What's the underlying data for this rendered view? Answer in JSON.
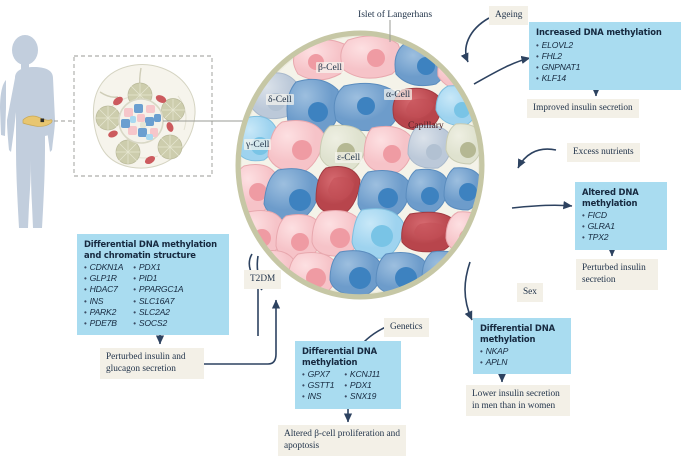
{
  "figure": {
    "anatomy_label": "Islet of Langerhans",
    "cell_labels": {
      "beta": "β-Cell",
      "alpha": "α-Cell",
      "delta": "δ-Cell",
      "gamma": "γ-Cell",
      "epsilon": "ε-Cell",
      "capillary": "Capillary"
    }
  },
  "drivers": {
    "ageing": "Ageing",
    "excess_nutrients": "Excess nutrients",
    "sex": "Sex",
    "genetics": "Genetics",
    "t2dm": "T2DM"
  },
  "panels": {
    "ageing": {
      "title": "Increased DNA methylation",
      "genes_col1": [
        "ELOVL2",
        "FHL2",
        "GNPNAT1",
        "KLF14"
      ],
      "genes_col2": [],
      "outcome": "Improved insulin secretion"
    },
    "nutrients": {
      "title": "Altered DNA methylation",
      "genes_col1": [
        "FICD",
        "GLRA1",
        "TPX2"
      ],
      "genes_col2": [],
      "outcome": "Perturbed insulin secretion"
    },
    "sex": {
      "title": "Differential DNA methylation",
      "genes_col1": [
        "NKAP",
        "APLN"
      ],
      "genes_col2": [],
      "outcome": "Lower insulin secretion in men than in women"
    },
    "genetics": {
      "title": "Differential DNA methylation",
      "genes_col1": [
        "GPX7",
        "GSTT1",
        "INS"
      ],
      "genes_col2": [
        "KCNJ11",
        "PDX1",
        "SNX19"
      ],
      "outcome": "Altered β-cell proliferation and apoptosis"
    },
    "t2dm": {
      "title": "Differential DNA methylation and chromatin structure",
      "genes_col1": [
        "CDKN1A",
        "GLP1R",
        "HDAC7",
        "INS",
        "PARK2",
        "PDE7B"
      ],
      "genes_col2": [
        "PDX1",
        "PID1",
        "PPARGC1A",
        "SLC16A7",
        "SLC2A2",
        "SOCS2"
      ],
      "outcome": "Perturbed insulin and glucagon secretion"
    }
  },
  "colors": {
    "gene_box": "#a9dcf0",
    "cream_box": "#f3f0e7",
    "arrow": "#2d4260",
    "islet_border": "#c8c9a8",
    "beta_cell": "#f9cfd2",
    "alpha_cell": "#7aa8d2",
    "delta_cell": "#c3cfdd",
    "gamma_cell": "#a9d9f0",
    "epsilon_cell": "#e4e6d6",
    "capillary": "#c9555c",
    "body": "#c2cedd",
    "pancreas": "#e8c670"
  },
  "icons": {
    "body": "human-body-icon",
    "pancreas": "pancreas-icon",
    "islet": "islet-icon"
  }
}
